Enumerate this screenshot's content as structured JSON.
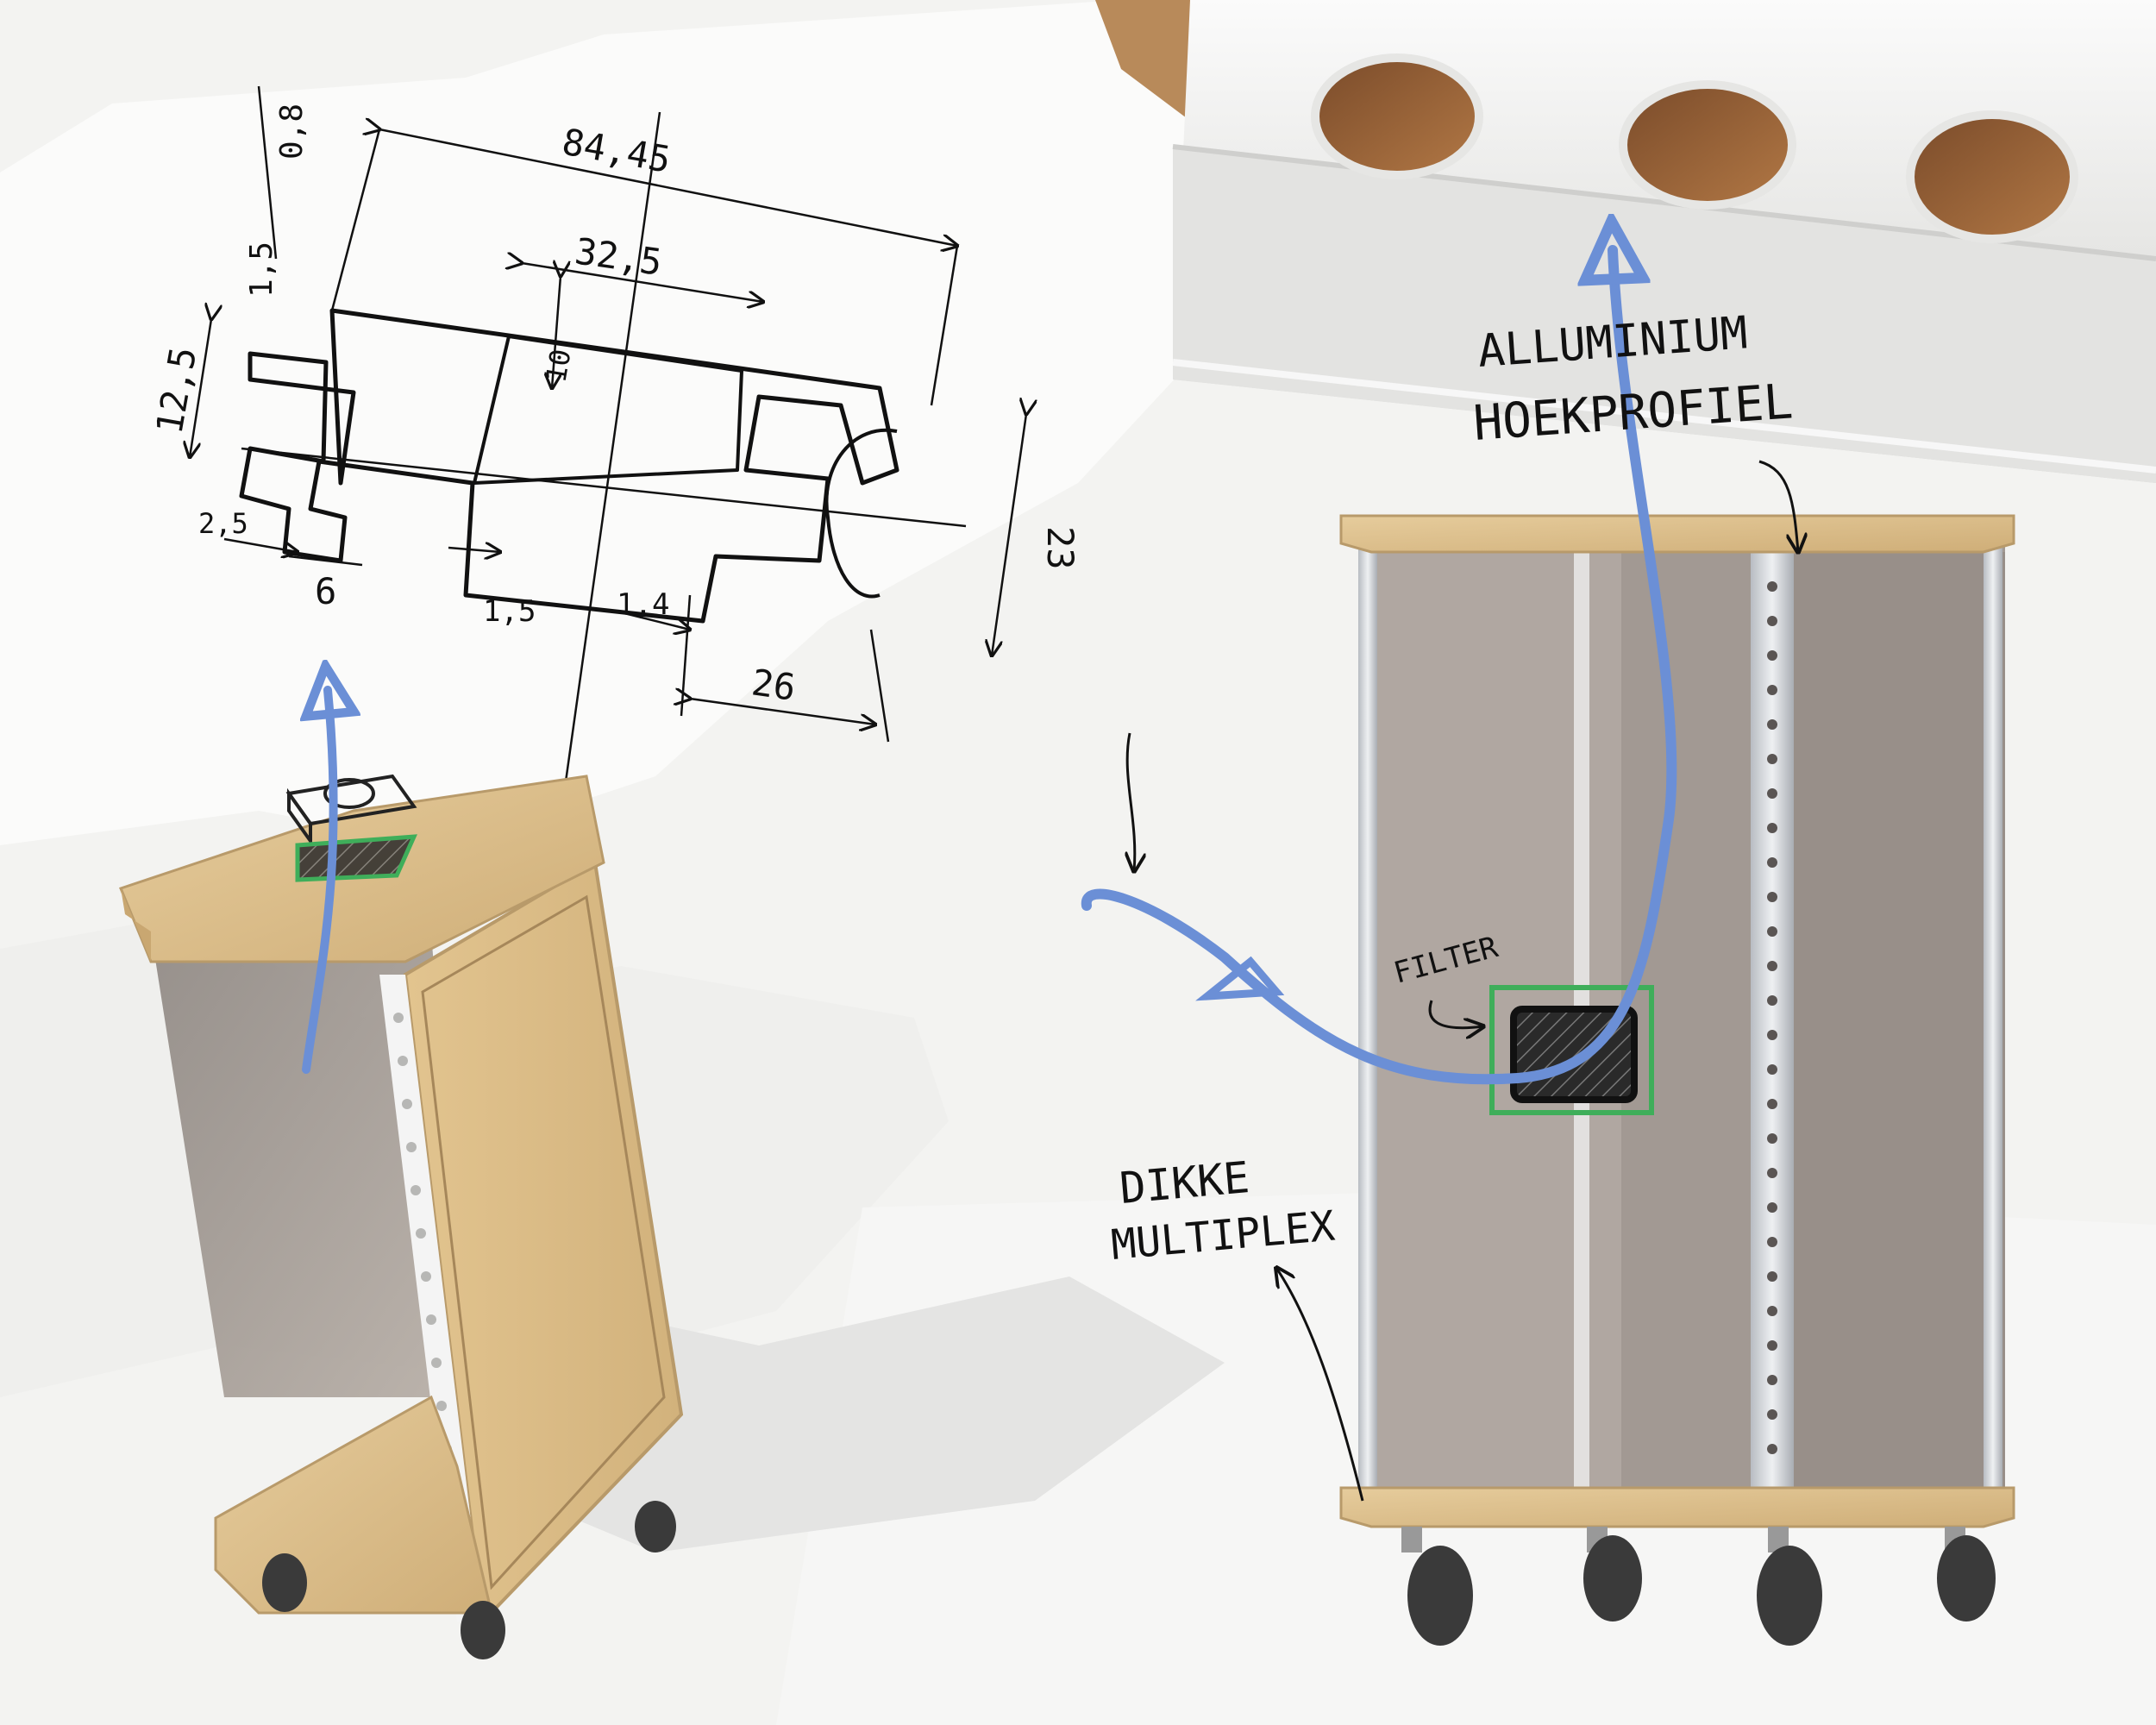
{
  "dimensions": {
    "overall_width": "84,45",
    "inner_width": "32,5",
    "slot": "10",
    "height_left": "12,5",
    "height_right": "23",
    "flange_right": "26",
    "step_left": "2,5",
    "step_width": "6",
    "thickness_a": "1,5",
    "thickness_b": "1,4",
    "corner_a": "1,5",
    "corner_b": "0,8"
  },
  "labels": {
    "profile_line1": "ALLUMINIUM",
    "profile_line2": "HOEKPROFIEL",
    "filter": "FILTER",
    "board_line1": "DIKKE",
    "board_line2": "MULTIPLEX"
  },
  "colors": {
    "airflow": "#6b8fd6",
    "filter_outline": "#3fae5a",
    "wood": "#d9bb8a",
    "aluminium": "#c9cdd2",
    "glass": "#8c8580",
    "ink": "#111111"
  },
  "icons": [
    "airflow-arrow-icon",
    "filter-icon",
    "fan-icon",
    "pointer-arrow-icon",
    "caster-wheel-icon"
  ]
}
